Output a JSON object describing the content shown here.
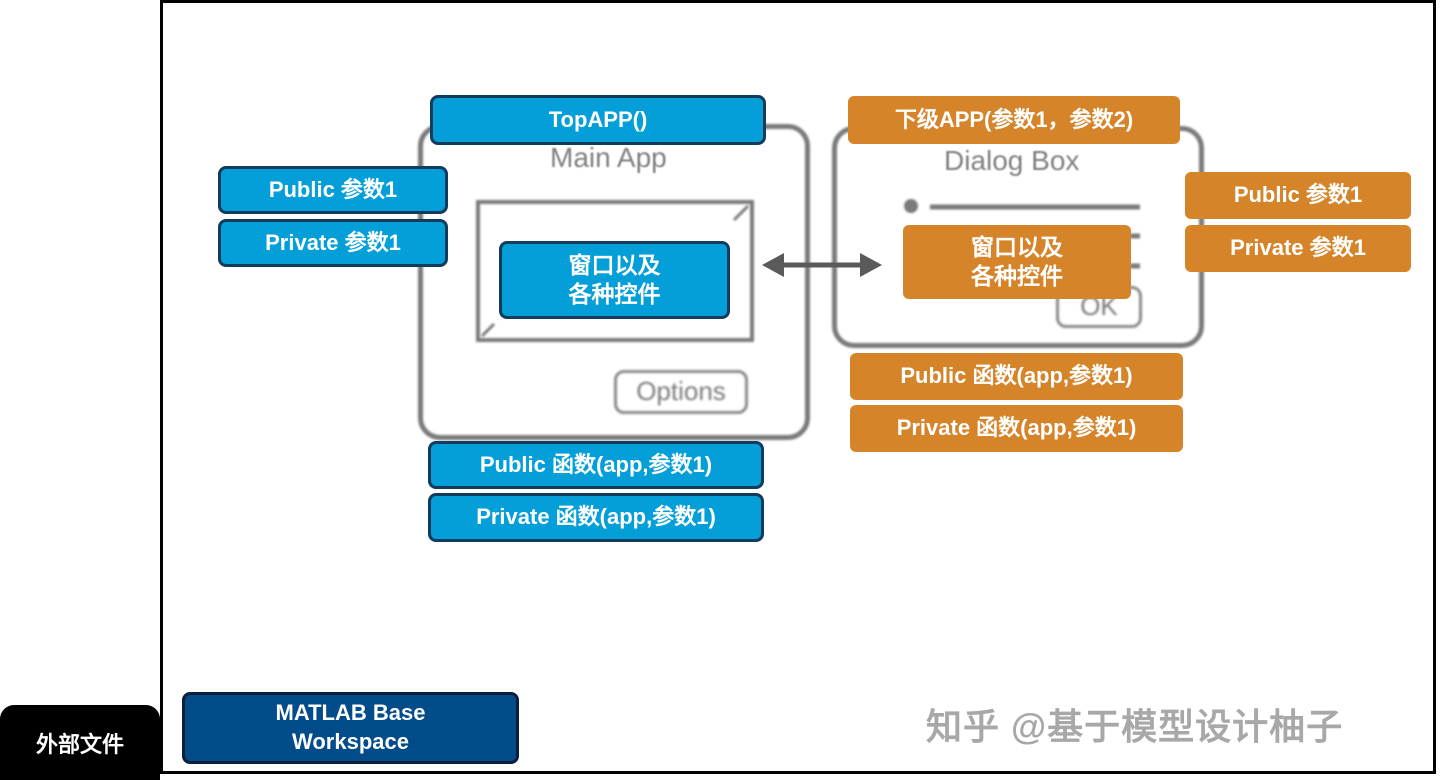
{
  "outer_tab": {
    "label": "外部文件"
  },
  "main_app": {
    "title": "Main App",
    "call": "TopAPP()",
    "public_prop": "Public 参数1",
    "private_prop": "Private 参数1",
    "content_line1": "窗口以及",
    "content_line2": "各种控件",
    "options_button": "Options",
    "public_func": "Public 函数(app,参数1)",
    "private_func": "Private 函数(app,参数1)"
  },
  "dialog_box": {
    "title": "Dialog Box",
    "call": "下级APP(参数1，参数2)",
    "public_prop": "Public 参数1",
    "private_prop": "Private 参数1",
    "content_line1": "窗口以及",
    "content_line2": "各种控件",
    "ok_button": "OK",
    "public_func": "Public 函数(app,参数1)",
    "private_func": "Private 函数(app,参数1)"
  },
  "workspace": {
    "line1": "MATLAB Base",
    "line2": "Workspace"
  },
  "watermark": "知乎 @基于模型设计柚子",
  "colors": {
    "main_fill": "#049fd9",
    "main_border": "#113c5c",
    "dialog_fill": "#d6842a",
    "workspace_fill": "#034c8a",
    "window_outline": "#7a7a7a"
  }
}
